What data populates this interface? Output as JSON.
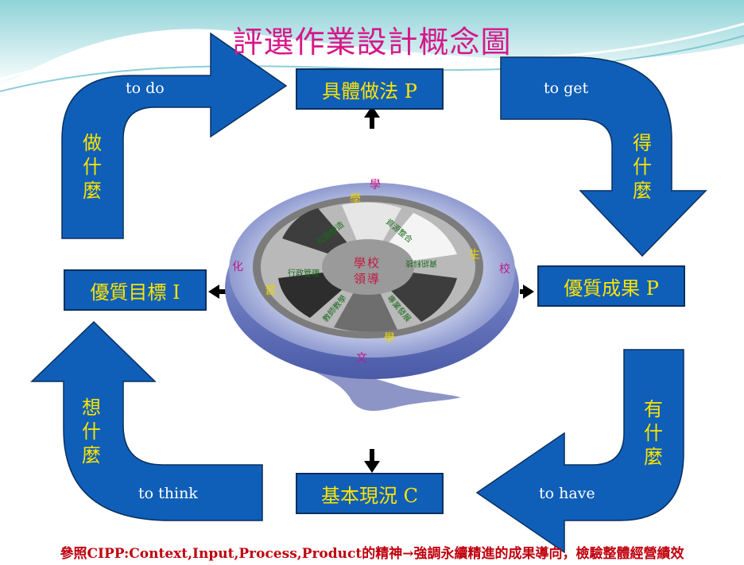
{
  "title": "評選作業設計概念圖",
  "boxes": {
    "top": "具體做法 P",
    "left": "優質目標 I",
    "right": "優質成果 P",
    "bottom": "基本現況 C"
  },
  "arrows": {
    "top_left": {
      "english": "to do",
      "chinese": [
        "做",
        "什",
        "麼"
      ]
    },
    "top_right": {
      "english": "to get",
      "chinese": [
        "得",
        "什",
        "麼"
      ]
    },
    "bottom_right": {
      "english": "to have",
      "chinese": [
        "有",
        "什",
        "麼"
      ]
    },
    "bottom_left": {
      "english": "to think",
      "chinese": [
        "想",
        "什",
        "麼"
      ]
    }
  },
  "wheel": {
    "center": [
      "學校",
      "領導"
    ],
    "ring": [
      "學",
      "生",
      "校",
      "學",
      "文",
      "化",
      "學",
      "習"
    ],
    "spokes": [
      "校園營造",
      "資源整合",
      "行政管理",
      "資訊科技",
      "教師教學",
      "專業發展"
    ]
  },
  "footer": "參照CIPP:Context,Input,Process,Product的精神→強調永續精進的成果導向，檢驗整體經營績效",
  "colors": {
    "arrow_blue": "#0f5fb8",
    "title_pink": "#d6178a",
    "box_text_yellow": "#ffe400",
    "footer_red": "#c0000d"
  }
}
